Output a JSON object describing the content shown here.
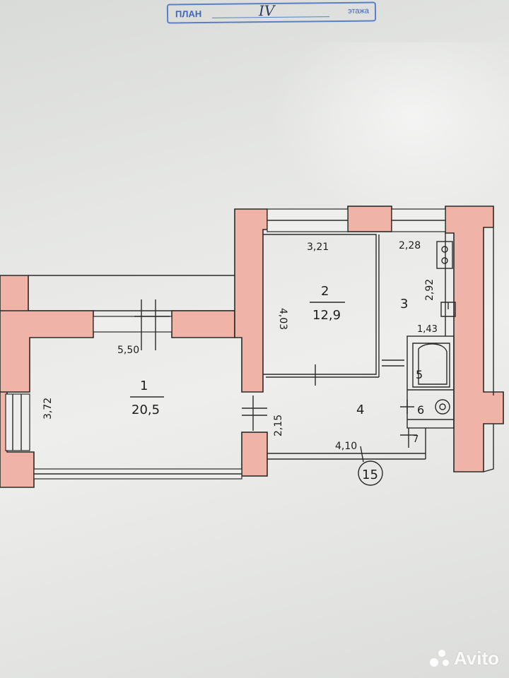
{
  "stamp": {
    "plan_label": "ПЛАН",
    "floor_number": "IV",
    "floor_label": "этажа"
  },
  "rooms": [
    {
      "number": "1",
      "area": "20,5"
    },
    {
      "number": "2",
      "area": "12,9"
    },
    {
      "number": "3",
      "area": ""
    },
    {
      "number": "4",
      "area": ""
    },
    {
      "number": "5",
      "area": ""
    },
    {
      "number": "6",
      "area": ""
    },
    {
      "number": "7",
      "area": ""
    }
  ],
  "dimensions": {
    "room1_width": "5,50",
    "room1_depth": "3,72",
    "room2_width": "3,21",
    "room2_depth": "4,03",
    "room3_width": "2,28",
    "room3_depth": "2,92",
    "bath_width": "1,43",
    "hall_depth": "2,15",
    "hall_width": "4,10"
  },
  "apartment_number": "15",
  "watermark": "Avito",
  "colors": {
    "wall_fill": "#f0b3a8",
    "stamp_blue": "#3f66b8",
    "paper": "#e6e7e5"
  }
}
